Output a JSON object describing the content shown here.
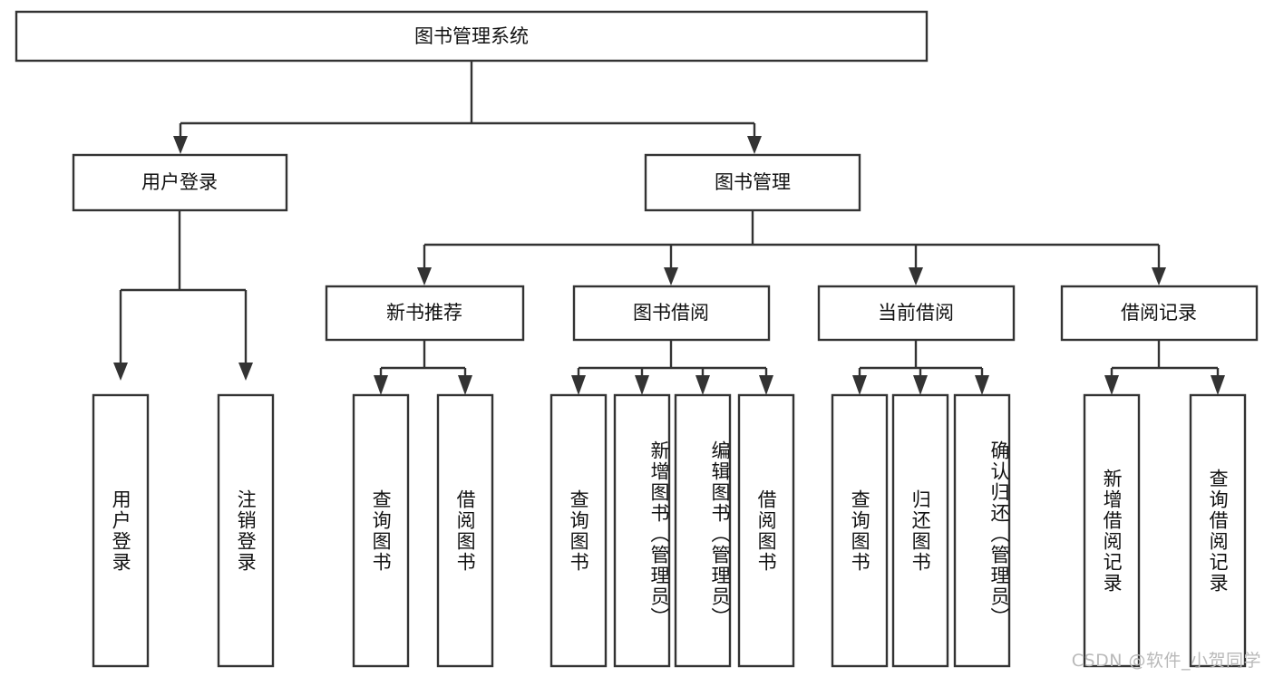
{
  "diagram": {
    "type": "tree",
    "orientation": "top-down",
    "title_node": "图书管理系统",
    "watermark": "CSDN @软件_小贺同学",
    "colors": {
      "node_stroke": "#333333",
      "node_fill": "#ffffff",
      "connector": "#333333",
      "text": "#111111",
      "watermark": "#b9b9b9",
      "background": "#ffffff"
    },
    "nodes": {
      "root": {
        "label": "图书管理系统"
      },
      "level2": [
        {
          "id": "user-login",
          "label": "用户登录"
        },
        {
          "id": "book-management",
          "label": "图书管理"
        }
      ],
      "level3": [
        {
          "id": "new-book-recommend",
          "label": "新书推荐"
        },
        {
          "id": "book-borrow",
          "label": "图书借阅"
        },
        {
          "id": "current-borrow",
          "label": "当前借阅"
        },
        {
          "id": "borrow-record",
          "label": "借阅记录"
        }
      ],
      "leaves": {
        "user-login": [
          {
            "id": "leaf-user-login",
            "label": "用户登录"
          },
          {
            "id": "leaf-logout-login",
            "label": "注销登录"
          }
        ],
        "new-book-recommend": [
          {
            "id": "leaf-query-book-1",
            "label": "查询图书"
          },
          {
            "id": "leaf-borrow-book-1",
            "label": "借阅图书"
          }
        ],
        "book-borrow": [
          {
            "id": "leaf-query-book-2",
            "label": "查询图书"
          },
          {
            "id": "leaf-add-book-admin",
            "label": "新增图书（管理员）"
          },
          {
            "id": "leaf-edit-book-admin",
            "label": "编辑图书（管理员）"
          },
          {
            "id": "leaf-borrow-book-2",
            "label": "借阅图书"
          }
        ],
        "current-borrow": [
          {
            "id": "leaf-query-book-3",
            "label": "查询图书"
          },
          {
            "id": "leaf-return-book",
            "label": "归还图书"
          },
          {
            "id": "leaf-confirm-return-admin",
            "label": "确认归还（管理员）"
          }
        ],
        "borrow-record": [
          {
            "id": "leaf-add-borrow-record",
            "label": "新增借阅记录"
          },
          {
            "id": "leaf-query-borrow-record",
            "label": "查询借阅记录"
          }
        ]
      }
    }
  }
}
